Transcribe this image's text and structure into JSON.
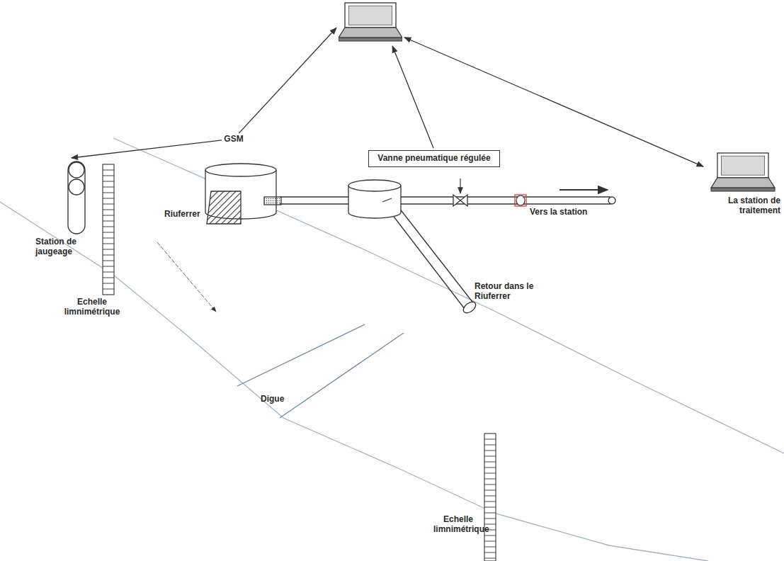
{
  "diagram": {
    "nodes": [
      {
        "text": []
      },
      {
        "text": [
          "Vanne pneumatique régulée"
        ]
      },
      {
        "text": [
          "Station de jaugeage"
        ]
      },
      {
        "text": [
          "La station de traitement"
        ]
      }
    ],
    "edges": [
      {
        "from": 2,
        "to": 0,
        "arrow": "both",
        "label": "GSM"
      },
      {
        "from": 0,
        "to": 3,
        "arrow": "both"
      },
      {
        "from": 1,
        "to": 0,
        "arrow": "to"
      }
    ],
    "labels": [
      "Riuferrer",
      "Digue",
      "Echelle limnimétrique",
      "Echelle limnimétrique",
      "Vers la station",
      "Retour dans le Riuferrer"
    ]
  }
}
